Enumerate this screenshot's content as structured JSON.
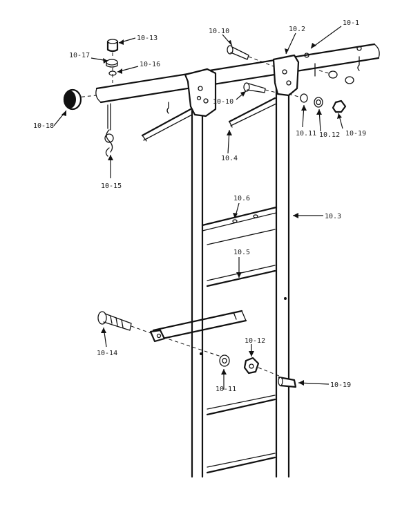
{
  "diagram": {
    "labels": {
      "p10_1": "10-1",
      "p10_2": "10.2",
      "p10_3": "10.3",
      "p10_4": "10.4",
      "p10_5": "10.5",
      "p10_6": "10.6",
      "p10_10_top": "10.10",
      "p10_10_mid": "10-10",
      "p10_11_top": "10.11",
      "p10_11_bot": "10-11",
      "p10_12_top": "10.12",
      "p10_12_bot": "10-12",
      "p10_13": "10-13",
      "p10_14": "10-14",
      "p10_15": "10-15",
      "p10_16": "10-16",
      "p10_17": "10-17",
      "p10_18": "10-18",
      "p10_19_top": "10-19",
      "p10_19_bot": "10-19"
    }
  }
}
